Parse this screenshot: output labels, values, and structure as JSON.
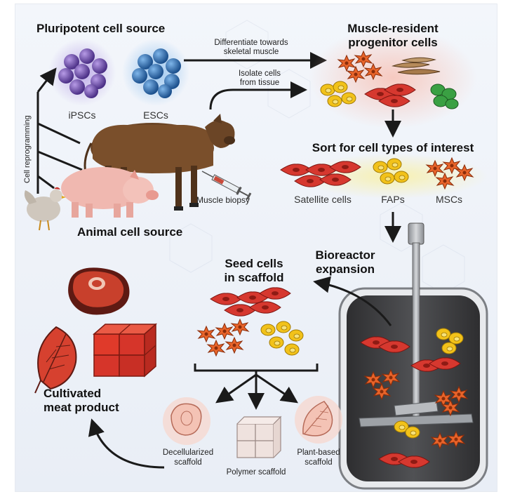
{
  "headings": {
    "pluripotent": "Pluripotent cell source",
    "muscle_resident_1": "Muscle-resident",
    "muscle_resident_2": "progenitor cells",
    "sort": "Sort for cell types of interest",
    "animal_source": "Animal cell source",
    "bioreactor_1": "Bioreactor",
    "bioreactor_2": "expansion",
    "seed_1": "Seed cells",
    "seed_2": "in scaffold",
    "cultivated_1": "Cultivated",
    "cultivated_2": "meat product"
  },
  "labels": {
    "ipscs": "iPSCs",
    "escs": "ESCs",
    "cell_reprogramming": "Cell reprogramming",
    "differentiate_1": "Differentiate towards",
    "differentiate_2": "skeletal muscle",
    "isolate_1": "Isolate cells",
    "isolate_2": "from tissue",
    "muscle_biopsy": "Muscle biopsy",
    "satellite_cells": "Satellite cells",
    "faps": "FAPs",
    "mscs": "MSCs",
    "decell_1": "Decellularized",
    "decell_2": "scaffold",
    "polymer": "Polymer scaffold",
    "plant_1": "Plant-based",
    "plant_2": "scaffold"
  },
  "colors": {
    "ipsc": "#6a4ba3",
    "esc": "#2f6fb0",
    "satellite": "#d6382f",
    "fap": "#f2c21a",
    "msc": "#e8642a",
    "green_cell": "#3aa043",
    "bioreactor": "#4a4a4a",
    "meat": "#c8402c"
  }
}
